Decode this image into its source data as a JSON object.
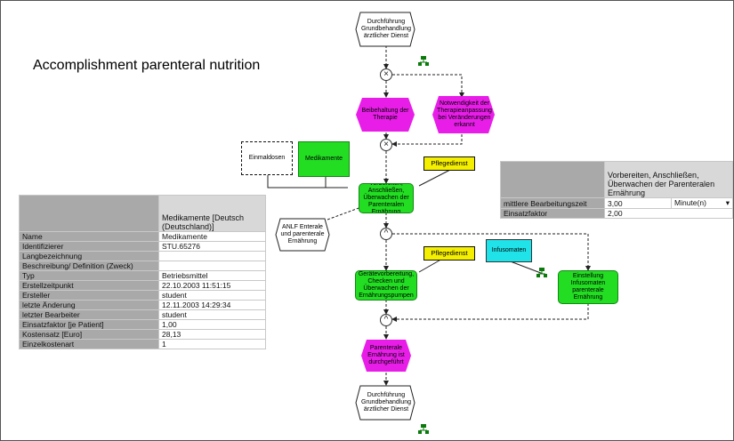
{
  "slide_title": "Accomplishment parenteral nutrition",
  "nodes": {
    "event_top": "Durchführung Grundbehandlung ärztlicher Dienst",
    "event_keep_therapy": "Beibehaltung der Therapie",
    "event_therapy_adjust": "Notwendigkeit der Therapieanpassung bei Veränderungen erkannt",
    "doc_doses": "Einmaldosen",
    "role_medication": "Medikamente",
    "role_nurse_1": "Pflegedienst",
    "fn_prepare": "Vorbereiten, Anschließen, Überwachen der Parenteralen Ernährung",
    "event_infusion": "ANLF Enterale und parenterale Ernährung",
    "role_nurse_2": "Pflegedienst",
    "infocol_infusion": "Infusomaten",
    "fn_device_prep": "Gerätevorbereitung, Checken und Überwachen der Ernährungspumpen",
    "fn_infusion_adjust": "Einstellung Infusomaten parenterale Ernährung",
    "event_done": "Parenterale Ernährung ist durchgeführt",
    "event_bottom": "Durchführung Grundbehandlung ärztlicher Dienst"
  },
  "connectors": {
    "xor_1": "×",
    "xor_2": "×",
    "and_1": "^",
    "and_2": "^"
  },
  "left_table": {
    "header": "Medikamente [Deutsch (Deutschland)]",
    "rows": [
      {
        "key": "Name",
        "value": "Medikamente"
      },
      {
        "key": "Identifizierer",
        "value": "STU.65276"
      },
      {
        "key": "Langbezeichnung",
        "value": ""
      },
      {
        "key": "Beschreibung/ Definition (Zweck)",
        "value": ""
      },
      {
        "key": "Typ",
        "value": "Betriebsmittel"
      },
      {
        "key": "Erstellzeitpunkt",
        "value": "22.10.2003 11:51:15"
      },
      {
        "key": "Ersteller",
        "value": "student"
      },
      {
        "key": "letzte Änderung",
        "value": "12.11.2003 14:29:34"
      },
      {
        "key": "letzter Bearbeiter",
        "value": "student"
      },
      {
        "key": "Einsatzfaktor [je Patient]",
        "value": "1,00"
      },
      {
        "key": "Kostensatz [Euro]",
        "value": "28,13"
      },
      {
        "key": "Einzelkostenart",
        "value": "1"
      }
    ]
  },
  "right_table": {
    "header": "Vorbereiten, Anschließen, Überwachen der Parenteralen Ernährung",
    "time_label": "mittlere Bearbeitungszeit",
    "time_value": "3,00",
    "time_unit": "Minute(n)",
    "factor_label": "Einsatzfaktor",
    "factor_value": "2,00"
  },
  "colors": {
    "function": "#22dd22",
    "event": "#e81ee8",
    "role": "#f4ee00",
    "info": "#1fe3e8",
    "org": "#0a7a0a"
  }
}
